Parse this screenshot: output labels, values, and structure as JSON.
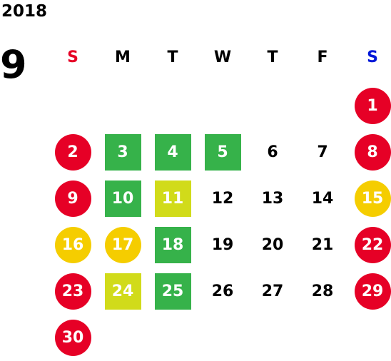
{
  "calendar": {
    "year": "2018",
    "month": "9",
    "weekdays": [
      "S",
      "M",
      "T",
      "W",
      "T",
      "F",
      "S"
    ],
    "colors": {
      "sunday_header": "#e60026",
      "saturday_header": "#0018d8",
      "red": "#e60026",
      "yellow": "#f5cd00",
      "green": "#36b24a",
      "lime": "#d1db1a"
    },
    "weeks": [
      [
        null,
        null,
        null,
        null,
        null,
        null,
        {
          "day": "1",
          "shape": "circle",
          "color": "red"
        }
      ],
      [
        {
          "day": "2",
          "shape": "circle",
          "color": "red"
        },
        {
          "day": "3",
          "shape": "square",
          "color": "green"
        },
        {
          "day": "4",
          "shape": "square",
          "color": "green"
        },
        {
          "day": "5",
          "shape": "square",
          "color": "green"
        },
        {
          "day": "6"
        },
        {
          "day": "7"
        },
        {
          "day": "8",
          "shape": "circle",
          "color": "red"
        }
      ],
      [
        {
          "day": "9",
          "shape": "circle",
          "color": "red"
        },
        {
          "day": "10",
          "shape": "square",
          "color": "green"
        },
        {
          "day": "11",
          "shape": "square",
          "color": "lime"
        },
        {
          "day": "12"
        },
        {
          "day": "13"
        },
        {
          "day": "14"
        },
        {
          "day": "15",
          "shape": "circle",
          "color": "yellow"
        }
      ],
      [
        {
          "day": "16",
          "shape": "circle",
          "color": "yellow"
        },
        {
          "day": "17",
          "shape": "circle",
          "color": "yellow"
        },
        {
          "day": "18",
          "shape": "square",
          "color": "green"
        },
        {
          "day": "19"
        },
        {
          "day": "20"
        },
        {
          "day": "21"
        },
        {
          "day": "22",
          "shape": "circle",
          "color": "red"
        }
      ],
      [
        {
          "day": "23",
          "shape": "circle",
          "color": "red"
        },
        {
          "day": "24",
          "shape": "square",
          "color": "lime"
        },
        {
          "day": "25",
          "shape": "square",
          "color": "green"
        },
        {
          "day": "26"
        },
        {
          "day": "27"
        },
        {
          "day": "28"
        },
        {
          "day": "29",
          "shape": "circle",
          "color": "red"
        }
      ],
      [
        {
          "day": "30",
          "shape": "circle",
          "color": "red"
        },
        null,
        null,
        null,
        null,
        null,
        null
      ]
    ]
  }
}
